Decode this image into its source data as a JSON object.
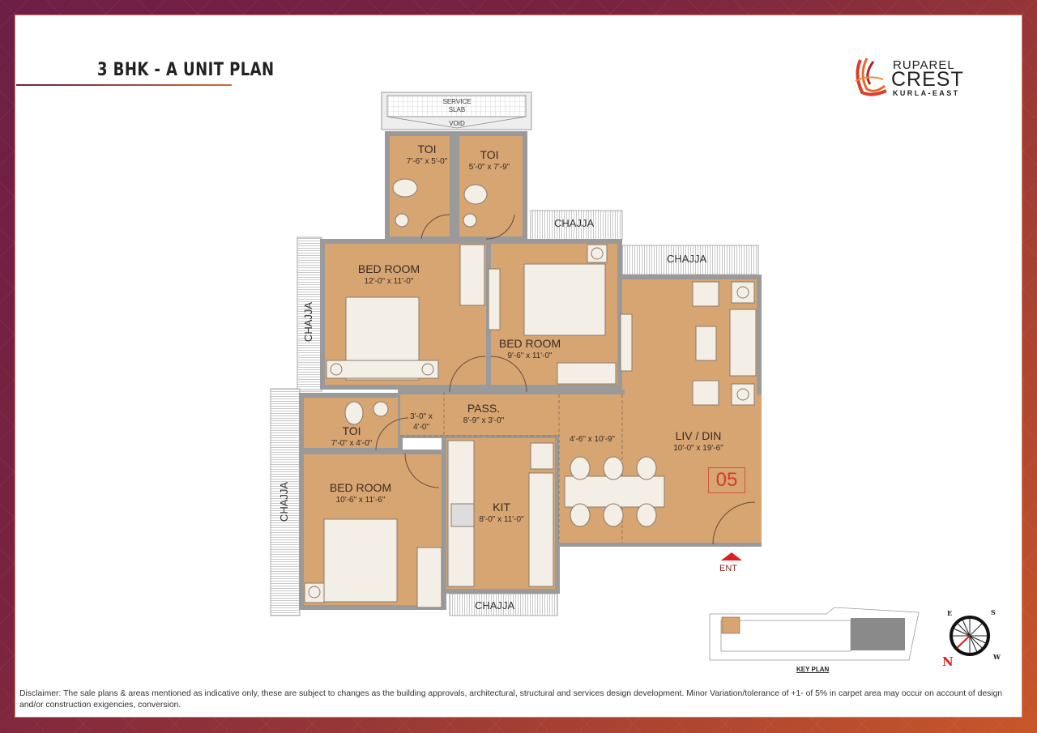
{
  "header": {
    "title": "3 BHK - A UNIT PLAN",
    "brand": {
      "line1": "RUPAREL",
      "line2": "CREST",
      "line3": "KURLA-EAST"
    }
  },
  "colors": {
    "floor": "#d6a572",
    "wall": "#b9b9b9",
    "furniture": "#f4efe6",
    "accent_red": "#d63a2a",
    "frame_start": "#6d1f46",
    "frame_end": "#c8562a"
  },
  "plan": {
    "service": {
      "slab": "SERVICE",
      "slab2": "SLAB",
      "void": "VOID"
    },
    "rooms": [
      {
        "name": "TOI",
        "dims": "7'-6\" x 5'-0\""
      },
      {
        "name": "TOI",
        "dims": "5'-0\" x 7'-9\""
      },
      {
        "name": "BED ROOM",
        "dims": "12'-0\" x 11'-0\""
      },
      {
        "name": "BED ROOM",
        "dims": "9'-6\" x 11'-0\""
      },
      {
        "name": "TOI",
        "dims": "7'-0\" x 4'-0\""
      },
      {
        "name": "PASS.",
        "dims": "8'-9\" x 3'-0\""
      },
      {
        "name": "BED ROOM",
        "dims": "10'-6\" x 11'-6\""
      },
      {
        "name": "KIT",
        "dims": "8'-0\" x 11'-0\""
      },
      {
        "name": "LIV / DIN",
        "dims": "10'-0\" x 19'-6\""
      }
    ],
    "lobby_dims": {
      "line1": "3'-0\" x",
      "line2": "4'-0\""
    },
    "dining_dims": "4'-6\" x 10'-9\"",
    "chajja": [
      "CHAJJA",
      "CHAJJA",
      "CHAJJA",
      "CHAJJA",
      "CHAJJA"
    ],
    "unit_number": "05",
    "entrance": "ENT"
  },
  "key_plan": {
    "label": "KEY PLAN"
  },
  "compass": {
    "n": "N",
    "e": "E",
    "s": "S",
    "w": "W"
  },
  "disclaimer": "Disclaimer: The sale plans & areas mentioned as indicative only, these are subject to changes as the building approvals, architectural, structural and services design development. Minor Variation/tolerance of +1- of 5% in carpet area may occur on account of design and/or construction exigencies, conversion."
}
